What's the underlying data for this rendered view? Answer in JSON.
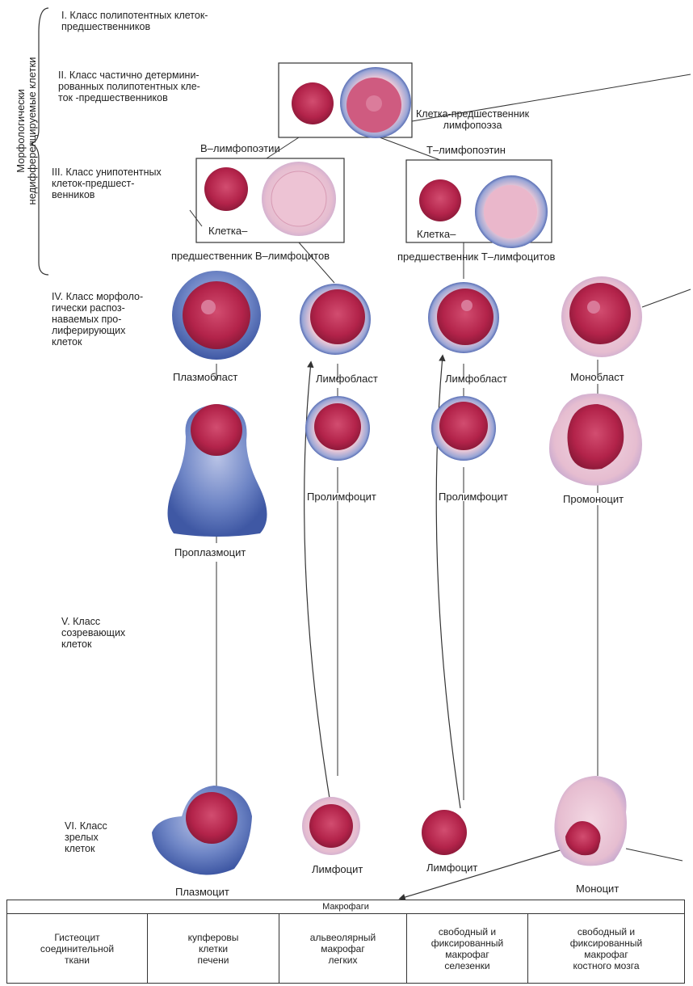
{
  "side_label": "Морфологически\nнедифференцируемые клетки",
  "classes": [
    {
      "id": "I",
      "text": "I. Класс полипотентных клеток-\nпредшественников"
    },
    {
      "id": "II",
      "text": "II. Класс частично детермини-\nрованных полипотентных кле-\nток -предшественников"
    },
    {
      "id": "III",
      "text": "III. Класс унипотентных\nклеток-предшест-\nвенников"
    },
    {
      "id": "IV",
      "text": "IV. Класс морфоло-\nгически распоз-\nнаваемых про-\nлиферирующих\nклеток"
    },
    {
      "id": "V",
      "text": "V. Класс\nсозревающих\nклеток"
    },
    {
      "id": "VI",
      "text": "VI. Класс\nзрелых\nклеток"
    }
  ],
  "labels": {
    "lymphopoiesis_progenitor": "Клетка-предшественник\nлимфопоэза",
    "b_lymphopoietin": "В–лимфопоэтии",
    "t_lymphopoietin": "Т–лимфопоэтин",
    "b_progenitor_top": "Клетка–",
    "b_progenitor_bottom": "предшественник  В–лимфоцитов",
    "t_progenitor_top": "Клетка–",
    "t_progenitor_bottom": "предшественник  Т–лимфоцитов",
    "plasmoblast": "Плазмобласт",
    "lymphoblast_b": "Лимфобласт",
    "lymphoblast_t": "Лимфобласт",
    "monoblast": "Монобласт",
    "prolymphocyte_b": "Пролимфоцит",
    "prolymphocyte_t": "Пролимфоцит",
    "promonocyte": "Промоноцит",
    "proplasmocyte": "Проплазмоцит",
    "lymphocyte_b": "Лимфоцит",
    "lymphocyte_t": "Лимфоцит",
    "plasmocyte": "Плазмоцит",
    "monocyte": "Моноцит"
  },
  "table": {
    "header": "Макрофаги",
    "cells": [
      "Гистеоцит\nсоединительной\nткани",
      "купферовы\nклетки\nпечени",
      "альвеолярный\nмакрофаг\nлегких",
      "свободный и\nфиксированный\nмакрофаг\nселезенки",
      "свободный и\nфиксированный\nмакрофаг\nкостного мозга"
    ]
  },
  "colors": {
    "nucleus": "#b5264a",
    "cytoplasm_light": "#e8c8d6",
    "cytoplasm_blue": "#5a78b8",
    "line": "#333333"
  }
}
